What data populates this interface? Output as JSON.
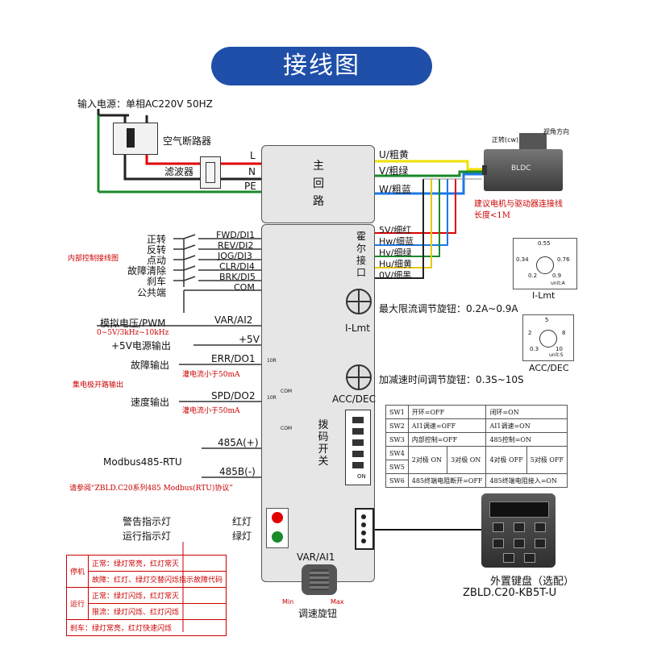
{
  "title": "接线图",
  "power": {
    "input": "输入电源：单相AC220V 50HZ",
    "breaker": "空气断路器",
    "filter": "滤波器",
    "L": "L",
    "N": "N",
    "PE": "PE"
  },
  "main_circuit": [
    "主",
    "回",
    "路"
  ],
  "motor": {
    "outputs": [
      "U/粗黄",
      "V/粗绿",
      "W/粗蓝"
    ],
    "name": "BLDC",
    "rotation": "正转(cw)",
    "view": "视角方向",
    "note1": "建议电机与驱动器连接线",
    "note2": "长度<1M"
  },
  "hall": {
    "label": [
      "霍",
      "尔",
      "接",
      "口"
    ],
    "wires": [
      "5V/细红",
      "Hw/细蓝",
      "Hv/细绿",
      "Hu/细黄",
      "0V/细黑"
    ]
  },
  "inputs": {
    "functions": [
      "正转",
      "反转",
      "点动",
      "故障清除",
      "刹车",
      "公共端"
    ],
    "terminals": [
      "FWD/DI1",
      "REV/DI2",
      "JOG/DI3",
      "CLR/DI4",
      "BRK/DI5",
      "COM"
    ],
    "internal_note": "内部控制接线图"
  },
  "analog": {
    "label": "模拟电压/PWM",
    "terminal": "VAR/AI2",
    "range": "0~5V/3kHz~10kHz",
    "supply_label": "+5V电源输出",
    "supply_terminal": "+5V"
  },
  "outputs": {
    "fault_label": "故障输出",
    "fault_terminal": "ERR/DO1",
    "speed_label": "速度输出",
    "speed_terminal": "SPD/DO2",
    "current_note": "灌电流小于50mA",
    "collector_note": "集电极开路输出",
    "r10": "10R",
    "com": "COM"
  },
  "modbus": {
    "label": "Modbus485-RTU",
    "a": "485A(+)",
    "b": "485B(-)",
    "note": "请参阅“ZBLD.C20系列485 Modbus(RTU)协议”"
  },
  "indicators": {
    "alarm": "警告指示灯",
    "run": "运行指示灯",
    "red": "红灯",
    "green": "绿灯"
  },
  "status_table": {
    "stop": "停机",
    "run": "运行",
    "brake": "刹车：",
    "rows": [
      "正常：绿灯常亮，红灯常灭",
      "故障：红灯、绿灯交替闪烁指示故障代码",
      "正常：绿灯闪烁，红灯常灭",
      "限流：绿灯闪烁、红灯闪烁",
      "绿灯常亮，红灯快速闪烁"
    ]
  },
  "knobs": {
    "ilmt_label": "I-Lmt",
    "ilmt_desc": "最大限流调节旋钮：0.2A~0.9A",
    "ilmt_ticks": [
      "0.55",
      "0.34",
      "0.76",
      "0.2",
      "0.9"
    ],
    "ilmt_unit": "unit:A",
    "acc_label": "ACC/DEC",
    "acc_desc": "加减速时间调节旋钮：0.3S~10S",
    "acc_ticks": [
      "5",
      "2",
      "8",
      "0.3",
      "10"
    ],
    "acc_unit": "unit:S",
    "var_label": "VAR/AI1",
    "var_desc": "调速旋钮",
    "min": "Min",
    "max": "Max"
  },
  "dip": {
    "label": [
      "拨",
      "码",
      "开",
      "关"
    ],
    "on": "ON"
  },
  "sw_table": {
    "rows": [
      [
        "SW1",
        "开环=OFF",
        "闭环=ON"
      ],
      [
        "SW2",
        "AI1调速=OFF",
        "AI1调速=ON"
      ],
      [
        "SW3",
        "内部控制=OFF",
        "485控制=ON"
      ],
      [
        "SW6",
        "485终端电阻断开=OFF",
        "485终端电阻接入=ON"
      ]
    ],
    "sw4": "SW4",
    "sw5": "SW5",
    "pole2": "2对极",
    "pole3": "3对极",
    "pole4": "4对极",
    "pole5": "5对极",
    "on": "ON",
    "off": "OFF"
  },
  "keypad": {
    "title": "外置键盘（选配）",
    "model": "ZBLD.C20-KB5T-U"
  },
  "colors": {
    "banner": "#1f4fa8",
    "red_wire": "#e00000",
    "green_wire": "#1a8a2a",
    "blue_wire": "#1e78e6",
    "yellow_wire": "#f0e000"
  }
}
